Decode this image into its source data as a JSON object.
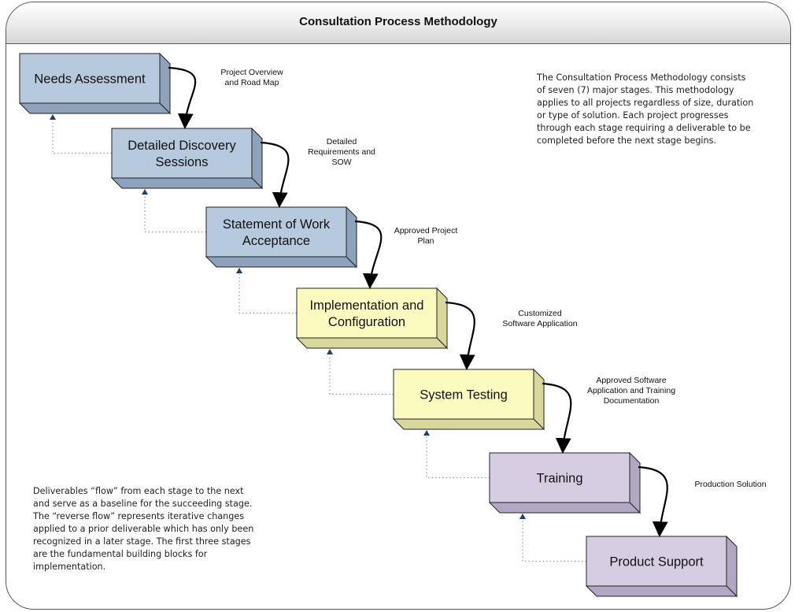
{
  "title": "Consultation Process Methodology",
  "stages": [
    {
      "id": "needs-assessment",
      "lines": [
        "Needs Assessment"
      ],
      "fill": "#b7c9dd",
      "side": "#8ea3bb"
    },
    {
      "id": "detailed-discovery",
      "lines": [
        "Detailed Discovery",
        "Sessions"
      ],
      "fill": "#b7c9dd",
      "side": "#8ea3bb"
    },
    {
      "id": "statement-of-work",
      "lines": [
        "Statement of Work",
        "Acceptance"
      ],
      "fill": "#b7c9dd",
      "side": "#8ea3bb"
    },
    {
      "id": "implementation",
      "lines": [
        "Implementation and",
        "Configuration"
      ],
      "fill": "#fbfbbf",
      "side": "#d8d89c"
    },
    {
      "id": "system-testing",
      "lines": [
        "System Testing"
      ],
      "fill": "#fbfbbf",
      "side": "#d8d89c"
    },
    {
      "id": "training",
      "lines": [
        "Training"
      ],
      "fill": "#d7cde3",
      "side": "#b3a8c3"
    },
    {
      "id": "product-support",
      "lines": [
        "Product Support"
      ],
      "fill": "#d7cde3",
      "side": "#b3a8c3"
    }
  ],
  "deliverables": [
    {
      "lines": [
        "Project Overview",
        "and Road Map"
      ]
    },
    {
      "lines": [
        "Detailed",
        "Requirements and",
        "SOW"
      ]
    },
    {
      "lines": [
        "Approved Project",
        "Plan"
      ]
    },
    {
      "lines": [
        "Customized",
        "Software Application"
      ]
    },
    {
      "lines": [
        "Approved Software",
        "Application and Training",
        "Documentation"
      ]
    },
    {
      "lines": [
        "Production Solution"
      ]
    }
  ],
  "notes": {
    "top_right": "The Consultation Process Methodology consists\nof seven (7) major stages.  This methodology\napplies to all projects regardless of size, duration\nor type of solution.  Each project progresses\nthrough each stage requiring a deliverable to be\ncompleted before the next stage begins.",
    "bottom_left": "Deliverables “flow” from each stage to the next\nand serve as a baseline for the succeeding stage.\nThe “reverse flow” represents iterative changes\napplied to a prior deliverable which has only been\nrecognized in a later stage.  The first three stages\nare the fundamental building blocks for\nimplementation."
  },
  "colors": {
    "outline": "#222222",
    "reverse_flow": "#999999",
    "reverse_arrow": "#1f3f7a"
  }
}
